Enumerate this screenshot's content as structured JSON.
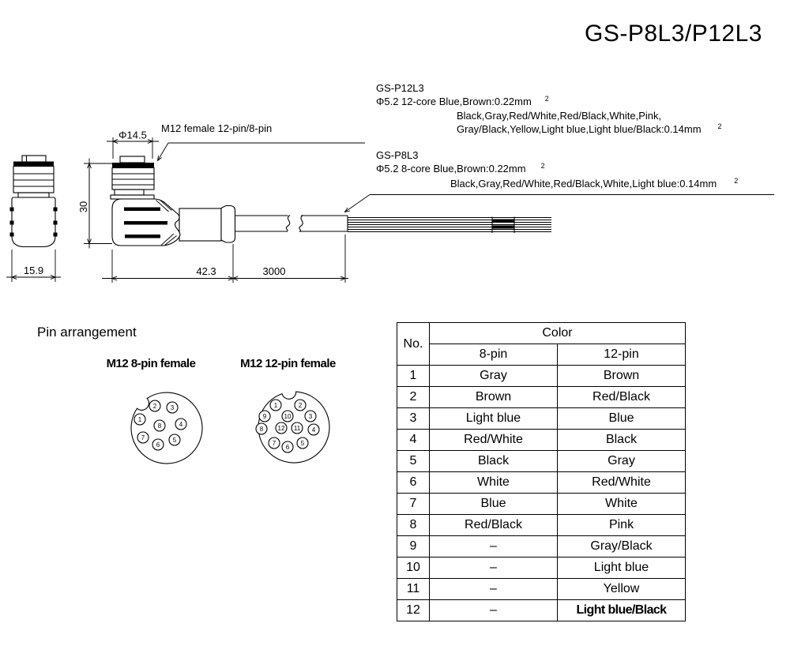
{
  "title": "GS-P8L3/P12L3",
  "annotations": {
    "p12l3": {
      "model": "GS-P12L3",
      "line1": "Φ5.2 12-core Blue,Brown:0.22mm",
      "line1_sup": "2",
      "line2": "Black,Gray,Red/White,Red/Black,White,Pink,",
      "line3": "Gray/Black,Yellow,Light blue,Light blue/Black:0.14mm",
      "line3_sup": "2"
    },
    "p8l3": {
      "model": "GS-P8L3",
      "line1": "Φ5.2 8-core Blue,Brown:0.22mm",
      "line1_sup": "2",
      "line2": "Black,Gray,Red/White,Red/Black,White,Light blue:0.14mm",
      "line2_sup": "2"
    },
    "connector_label": "M12 female 12-pin/8-pin"
  },
  "dimensions": {
    "front_width": "15.9",
    "height": "30",
    "diameter": "Φ14.5",
    "body_length": "42.3",
    "cable_length": "3000"
  },
  "pin_arrangement": {
    "heading": "Pin arrangement",
    "m12_8pin": {
      "label": "M12 8-pin female",
      "pins": [
        "1",
        "2",
        "3",
        "4",
        "5",
        "6",
        "7",
        "8"
      ]
    },
    "m12_12pin": {
      "label": "M12 12-pin female",
      "pins": [
        "1",
        "2",
        "3",
        "4",
        "5",
        "6",
        "7",
        "8",
        "9",
        "10",
        "11",
        "12"
      ]
    }
  },
  "color_table": {
    "header_no": "No.",
    "header_color": "Color",
    "header_8pin": "8-pin",
    "header_12pin": "12-pin",
    "rows": [
      {
        "no": "1",
        "pin8": "Gray",
        "pin12": "Brown"
      },
      {
        "no": "2",
        "pin8": "Brown",
        "pin12": "Red/Black"
      },
      {
        "no": "3",
        "pin8": "Light blue",
        "pin12": "Blue"
      },
      {
        "no": "4",
        "pin8": "Red/White",
        "pin12": "Black"
      },
      {
        "no": "5",
        "pin8": "Black",
        "pin12": "Gray"
      },
      {
        "no": "6",
        "pin8": "White",
        "pin12": "Red/White"
      },
      {
        "no": "7",
        "pin8": "Blue",
        "pin12": "White"
      },
      {
        "no": "8",
        "pin8": "Red/Black",
        "pin12": "Pink"
      },
      {
        "no": "9",
        "pin8": "–",
        "pin12": "Gray/Black"
      },
      {
        "no": "10",
        "pin8": "–",
        "pin12": "Light blue"
      },
      {
        "no": "11",
        "pin8": "–",
        "pin12": "Yellow"
      },
      {
        "no": "12",
        "pin8": "–",
        "pin12": "Light blue/Black"
      }
    ]
  }
}
